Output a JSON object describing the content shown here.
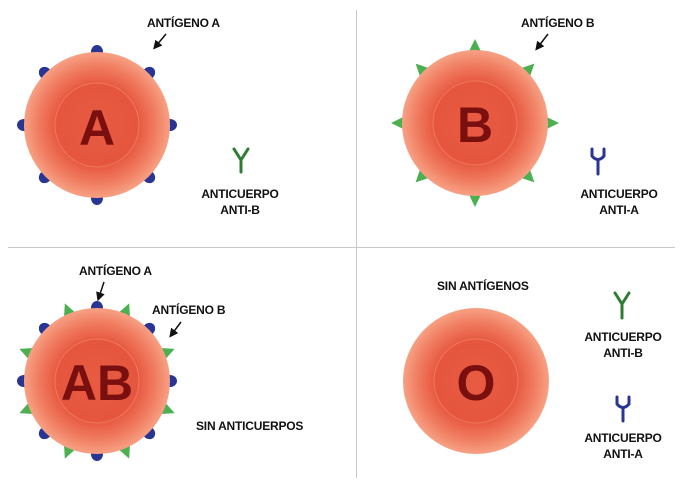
{
  "colors": {
    "cell_outer": "#f27e62",
    "cell_inner": "#e5573f",
    "cell_letter": "#7a0f10",
    "antigen_a": "#283593",
    "antigen_b": "#4caf50",
    "antibody_b": "#2e7d32",
    "antibody_a": "#283593",
    "divider": "#c8c8c8"
  },
  "cells": {
    "a": {
      "letter": "A",
      "antigen": "ANTÍGENO A",
      "antibody_line1": "ANTICUERPO",
      "antibody_line2": "ANTI-B",
      "antigen_icon": "antigen-a-knob-icon",
      "antibody_icon": "antibody-y-icon"
    },
    "b": {
      "letter": "B",
      "antigen": "ANTÍGENO B",
      "antibody_line1": "ANTICUERPO",
      "antibody_line2": "ANTI-A",
      "antigen_icon": "antigen-b-triangle-icon",
      "antibody_icon": "antibody-fork-icon"
    },
    "ab": {
      "letter": "AB",
      "antigen_a": "ANTÍGENO A",
      "antigen_b": "ANTÍGENO B",
      "no_antibodies": "SIN ANTICUERPOS"
    },
    "o": {
      "letter": "O",
      "no_antigens": "SIN ANTÍGENOS",
      "antibody1_line1": "ANTICUERPO",
      "antibody1_line2": "ANTI-B",
      "antibody2_line1": "ANTICUERPO",
      "antibody2_line2": "ANTI-A"
    }
  }
}
